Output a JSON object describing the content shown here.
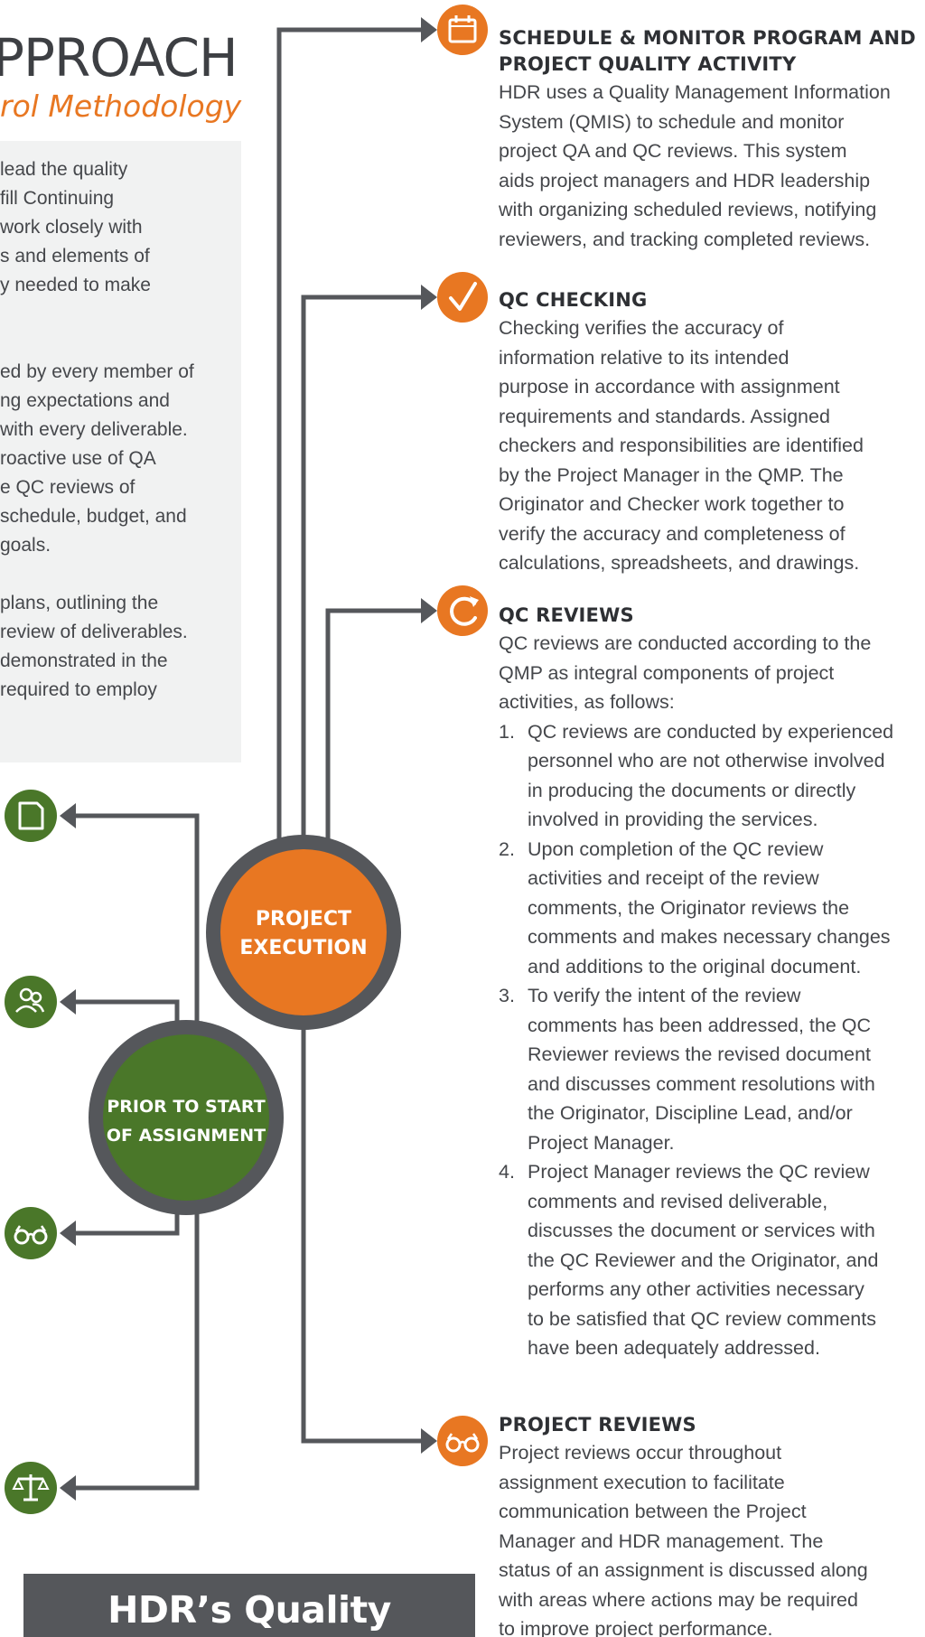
{
  "header": {
    "title": "PPROACH",
    "subtitle": "rol Methodology"
  },
  "intro": {
    "lines": [
      "lead the quality",
      "fill Continuing",
      "work closely with",
      "s and elements of",
      "y needed to make",
      "",
      "ed by every member of",
      "ng expectations and",
      "with every deliverable.",
      "roactive use of QA",
      "e QC reviews of",
      "schedule, budget, and",
      "goals.",
      "plans, outlining the",
      "review of deliverables.",
      "demonstrated in the",
      "required to employ"
    ]
  },
  "hubs": {
    "execution": {
      "line1": "PROJECT",
      "line2": "EXECUTION",
      "color": "#e87722"
    },
    "prior": {
      "line1": "PRIOR TO START",
      "line2": "OF ASSIGNMENT",
      "color": "#4a7729"
    }
  },
  "colors": {
    "orange": "#e87722",
    "green": "#4a7729",
    "connector": "#55575b",
    "panel": "#f1f2f2"
  },
  "left_icons": [
    {
      "name": "document-icon"
    },
    {
      "name": "people-icon"
    },
    {
      "name": "glasses-icon"
    },
    {
      "name": "scales-icon"
    }
  ],
  "sections": {
    "schedule": {
      "icon": "calendar-icon",
      "heading_line1": "SCHEDULE & MONITOR PROGRAM AND",
      "heading_line2": "PROJECT QUALITY ACTIVITY",
      "body": [
        "HDR uses a Quality Management Information",
        "System (QMIS) to schedule and monitor",
        "project QA and QC reviews. This system",
        "aids project managers and HDR leadership",
        "with organizing scheduled reviews, notifying",
        "reviewers, and tracking completed reviews."
      ]
    },
    "checking": {
      "icon": "checkmark-icon",
      "heading": "QC CHECKING",
      "body": [
        "Checking verifies the accuracy of",
        "information relative to its intended",
        "purpose in accordance with assignment",
        "requirements and standards. Assigned",
        "checkers and responsibilities are identified",
        "by the Project Manager in the QMP. The",
        "Originator and Checker work together to",
        "verify the accuracy and completeness of",
        "calculations, spreadsheets, and drawings."
      ]
    },
    "reviews": {
      "icon": "refresh-icon",
      "heading": "QC REVIEWS",
      "body": [
        "QC reviews are conducted according to the",
        "QMP as integral components of project",
        "activities, as follows:"
      ],
      "items": [
        {
          "num": "1.",
          "lines": [
            "QC reviews are conducted by experienced",
            "personnel who are not otherwise involved",
            "in producing the documents or directly",
            "involved in providing the services."
          ]
        },
        {
          "num": "2.",
          "lines": [
            "Upon completion of the QC review",
            "activities and receipt of the review",
            "comments, the Originator reviews the",
            "comments and makes necessary changes",
            "and additions to the original document."
          ]
        },
        {
          "num": "3.",
          "lines": [
            "To verify the intent of the review",
            "comments has been addressed, the QC",
            "Reviewer reviews the revised document",
            "and discusses comment resolutions with",
            "the Originator, Discipline Lead, and/or",
            "Project Manager."
          ]
        },
        {
          "num": "4.",
          "lines": [
            "Project Manager reviews the QC review",
            "comments and revised deliverable,",
            "discusses the document or services with",
            "the QC Reviewer and the Originator, and",
            "performs any other activities necessary",
            "to be satisfied that QC review comments",
            "have been adequately addressed."
          ]
        }
      ]
    },
    "project_reviews": {
      "icon": "glasses-icon",
      "heading": "PROJECT REVIEWS",
      "body": [
        "Project reviews occur throughout",
        "assignment execution to facilitate",
        "communication between the Project",
        "Manager and HDR management. The",
        "status of an assignment is discussed along",
        "with areas where actions may be required",
        "to improve project performance."
      ]
    }
  },
  "banner": {
    "text": "HDR’s Quality Program"
  }
}
